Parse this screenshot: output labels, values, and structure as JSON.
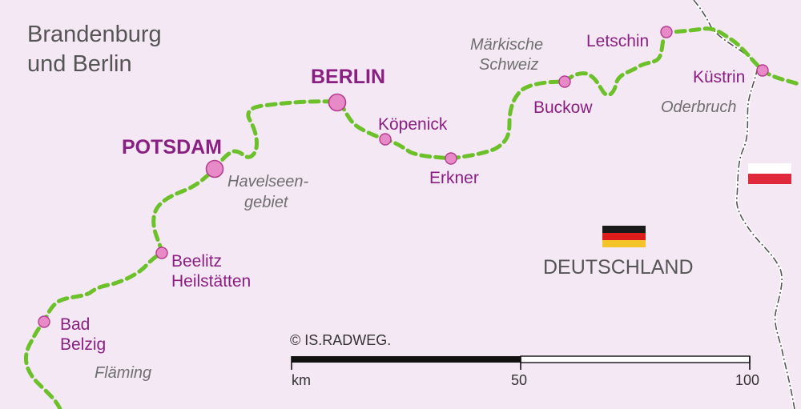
{
  "map": {
    "title_lines": [
      "Brandenburg",
      "und Berlin"
    ],
    "colors": {
      "background": "#f5e8f5",
      "route": "#6cc12a",
      "city_fill": "#e88ac8",
      "city_stroke": "#b43d8e",
      "label_city": "#8a1f82",
      "label_area": "#6f6f6f",
      "border": "#555555"
    },
    "cities_major": [
      {
        "name": "BERLIN"
      },
      {
        "name": "POTSDAM"
      }
    ],
    "cities": [
      {
        "name_lines": [
          "Köpenick"
        ]
      },
      {
        "name_lines": [
          "Erkner"
        ]
      },
      {
        "name_lines": [
          "Buckow"
        ]
      },
      {
        "name_lines": [
          "Letschin"
        ]
      },
      {
        "name_lines": [
          "Küstrin"
        ]
      },
      {
        "name_lines": [
          "Beelitz",
          "Heilstätten"
        ]
      },
      {
        "name_lines": [
          "Bad",
          "Belzig"
        ]
      }
    ],
    "areas": [
      {
        "lines": [
          "Märkische",
          "Schweiz"
        ]
      },
      {
        "lines": [
          "Oderbruch"
        ]
      },
      {
        "lines": [
          "Havelseen-",
          "gebiet"
        ]
      },
      {
        "lines": [
          "Fläming"
        ]
      }
    ],
    "countries": [
      {
        "name": "DEUTSCHLAND",
        "flag": "germany-flag"
      },
      {
        "name": "",
        "flag": "poland-flag"
      }
    ],
    "copyright": "© IS.RADWEG.",
    "scale": {
      "unit": "km",
      "ticks": [
        "50",
        "100"
      ]
    }
  }
}
